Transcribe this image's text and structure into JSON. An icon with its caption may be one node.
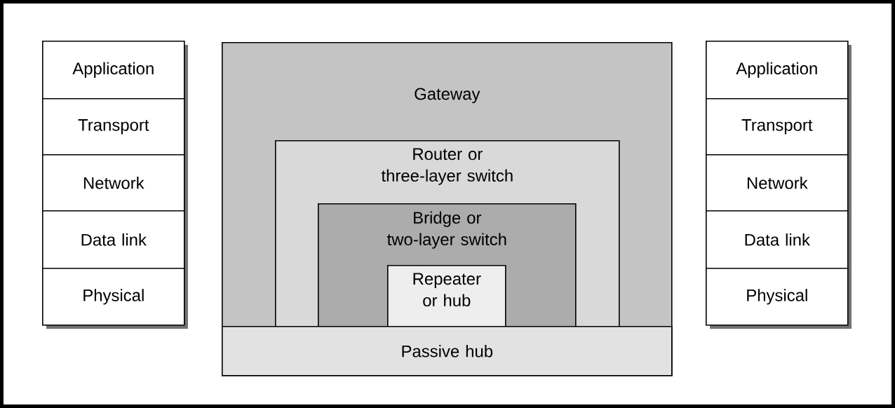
{
  "diagram": {
    "nodes": [
      {
        "text": [
          "Application"
        ]
      },
      {
        "text": [
          "Transport"
        ]
      },
      {
        "text": [
          "Network"
        ]
      },
      {
        "text": [
          "Data link"
        ]
      },
      {
        "text": [
          "Physical"
        ]
      },
      {
        "text": [
          "Application"
        ]
      },
      {
        "text": [
          "Transport"
        ]
      },
      {
        "text": [
          "Network"
        ]
      },
      {
        "text": [
          "Data link"
        ]
      },
      {
        "text": [
          "Physical"
        ]
      },
      {
        "text": [
          "Gateway"
        ]
      },
      {
        "text": [
          "Router or three-layer switch"
        ],
        "in": 10
      },
      {
        "text": [
          "Bridge or two-layer switch"
        ],
        "in": 11
      },
      {
        "text": [
          "Repeater or hub"
        ],
        "in": 12
      },
      {
        "text": [
          "Passive hub"
        ],
        "in": 10
      }
    ]
  }
}
